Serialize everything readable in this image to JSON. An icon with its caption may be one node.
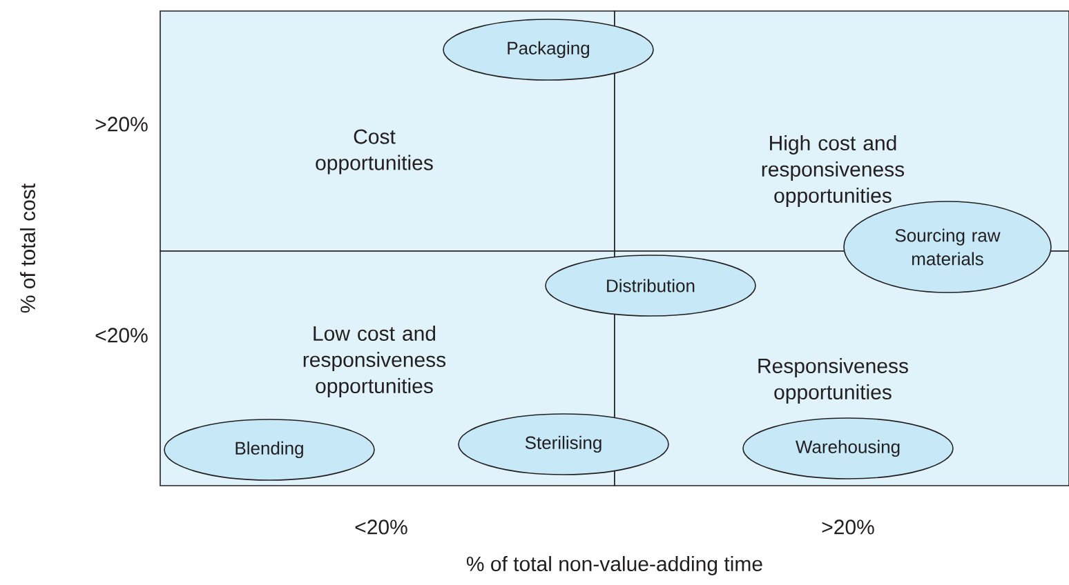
{
  "diagram": {
    "nodes": [
      {
        "text": [
          "Cost opportunities"
        ]
      },
      {
        "text": [
          "High cost and responsiveness opportunities"
        ]
      },
      {
        "text": [
          "Low cost and responsiveness opportunities"
        ]
      },
      {
        "text": [
          "Responsiveness opportunities"
        ]
      },
      {
        "text": [
          "Packaging"
        ]
      },
      {
        "text": [
          "Sourcing raw materials"
        ]
      },
      {
        "text": [
          "Distribution"
        ]
      },
      {
        "text": [
          "Blending"
        ],
        "in": 2
      },
      {
        "text": [
          "Sterilising"
        ]
      },
      {
        "text": [
          "Warehousing"
        ],
        "in": 3
      }
    ],
    "labels": [
      ">20%",
      "<20%",
      "<20%",
      ">20%",
      "% of total non-value-adding time",
      "% of total cost"
    ]
  }
}
